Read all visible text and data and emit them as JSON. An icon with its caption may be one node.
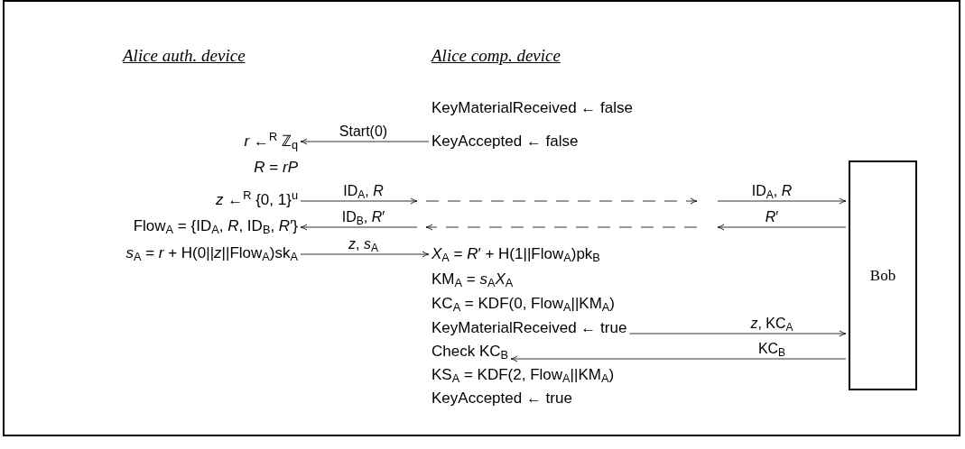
{
  "diagram": {
    "nodes": [
      {
        "text": [
          "*r* ←$^{R}$ ℤ$_{q}$"
        ]
      },
      {
        "text": [
          "*z* ←$^{R}$ {0, 1}$^{u}$"
        ]
      },
      {
        "text": [
          "Flow$_{A}$ = {ID$_{A}$, *R*, ID$_{B}$, *R*′}"
        ]
      },
      {
        "text": [
          "*s*$_{A}$ = *r* + H(0||*z*||Flow$_{A}$)sk$_{A}$"
        ]
      },
      {
        "text": [
          "KeyAccepted ← false"
        ]
      },
      {
        "text": [
          "*X*$_{A}$ = *R*′ + H(1||Flow$_{A}$)pk$_{B}$"
        ]
      },
      {
        "text": [
          "KeyMaterialReceived ← true"
        ]
      },
      {
        "text": [
          "Check KC$_{B}$"
        ]
      },
      {
        "text": [
          "Bob"
        ]
      }
    ],
    "edges": [
      {
        "from": 4,
        "to": 0,
        "arrow": "to",
        "label": "Start(0)"
      },
      {
        "from": 1,
        "to": null,
        "arrow": "to",
        "label": "ID$_{A}$, *R*"
      },
      {
        "from": null,
        "to": 8,
        "arrow": "to",
        "label": "ID$_{A}$, *R*"
      },
      {
        "from": 8,
        "to": null,
        "arrow": "to",
        "label": "*R*′"
      },
      {
        "from": null,
        "to": 2,
        "arrow": "to",
        "label": "ID$_{B}$, *R*′"
      },
      {
        "from": 3,
        "to": 5,
        "arrow": "to",
        "label": "*z*, *s*$_{A}$"
      },
      {
        "from": 6,
        "to": 8,
        "arrow": "to",
        "label": "*z*, KC$_{A}$"
      },
      {
        "from": 8,
        "to": 7,
        "arrow": "to",
        "label": "KC$_{B}$"
      }
    ],
    "labels": [
      "Alice auth. device",
      "Alice comp. device",
      "*R* = *rP*",
      "KeyMaterialReceived ← false",
      "KM$_{A}$ = *s*$_{A}$*X*$_{A}$",
      "KC$_{A}$ = KDF(0, Flow$_{A}$||KM$_{A}$)",
      "KS$_{A}$ = KDF(2, Flow$_{A}$||KM$_{A}$)",
      "KeyAccepted ← true"
    ]
  }
}
